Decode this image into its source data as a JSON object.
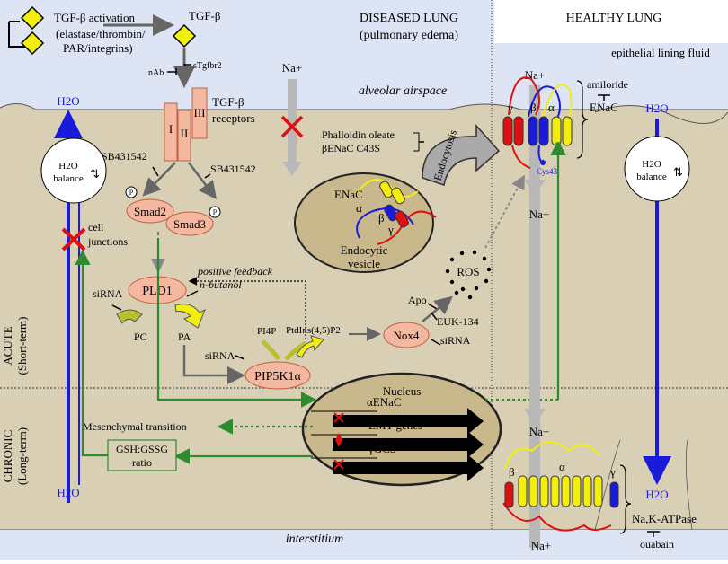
{
  "header": {
    "diseased_title": "DISEASED LUNG",
    "diseased_subtitle": "(pulmonary edema)",
    "healthy_title": "HEALTHY LUNG"
  },
  "regions": {
    "airspace": "alveolar airspace",
    "interstitium": "interstitium",
    "elf": "epithelial lining fluid"
  },
  "tgf": {
    "activation_line1": "TGF-β activation",
    "activation_line2": "(elastase/thrombin/",
    "activation_line3": "PAR/integrins)",
    "tgfb": "TGF-β",
    "nab": "nAb",
    "stgfbr2": "sTgfbr2",
    "receptors_line1": "TGF-β",
    "receptors_line2": "receptors",
    "rec_I": "I",
    "rec_II": "II",
    "rec_III": "III",
    "sb1": "SB431542",
    "sb2": "SB431542",
    "smad2": "Smad2",
    "smad3": "Smad3",
    "p": "P"
  },
  "water": {
    "h2o": "H2O",
    "balance_line1": "H2O",
    "balance_line2": "balance",
    "cell_junctions_line1": "cell",
    "cell_junctions_line2": "junctions"
  },
  "sodium": {
    "na": "Na+"
  },
  "pathway": {
    "pld1": "PLD1",
    "sirna": "siRNA",
    "n_butanol": "n-butanol",
    "pc": "PC",
    "pa": "PA",
    "positive_feedback": "positive feedback",
    "pi4p": "PI4P",
    "ptdins": "PtdIns(4,5)P2",
    "pip5k1a": "PIP5K1α",
    "nox4": "Nox4",
    "apo": "Apo",
    "euk134": "EUK-134",
    "ros": "ROS"
  },
  "endocytosis": {
    "phalloidin": "Phalloidin oleate",
    "benac": "βENaC C43S",
    "label": "Endocytosis",
    "enac": "ENaC",
    "alpha": "α",
    "beta": "β",
    "gamma": "γ",
    "vesicle_line1": "Endocytic",
    "vesicle_line2": "vesicle",
    "cys43": "Cys43"
  },
  "nucleus": {
    "title": "Nucleus",
    "aenac": "αENaC",
    "emt": "EMT genes",
    "ygcs": "γGCS",
    "mesenchymal": "Mesenchymal transition",
    "gsh_line1": "GSH:GSSG",
    "gsh_line2": "ratio"
  },
  "phases": {
    "acute_line1": "ACUTE",
    "acute_line2": "(Short-term)",
    "chronic_line1": "CHRONIC",
    "chronic_line2": "(Long-term)"
  },
  "healthy": {
    "amiloride": "amiloride",
    "enac": "ENaC",
    "nak": "Na,K-ATPase",
    "ouabain": "ouabain",
    "beta": "β",
    "alpha": "α",
    "gamma": "γ"
  },
  "colors": {
    "airspace": "#dde4f4",
    "cell": "#d8cfb5",
    "green": "#2e8b2e",
    "blue": "#1a1adb",
    "red": "#e01010",
    "yellow": "#f2ee10",
    "salmon": "#f4b8a0",
    "gray_arrow": "#b8b8b8"
  }
}
